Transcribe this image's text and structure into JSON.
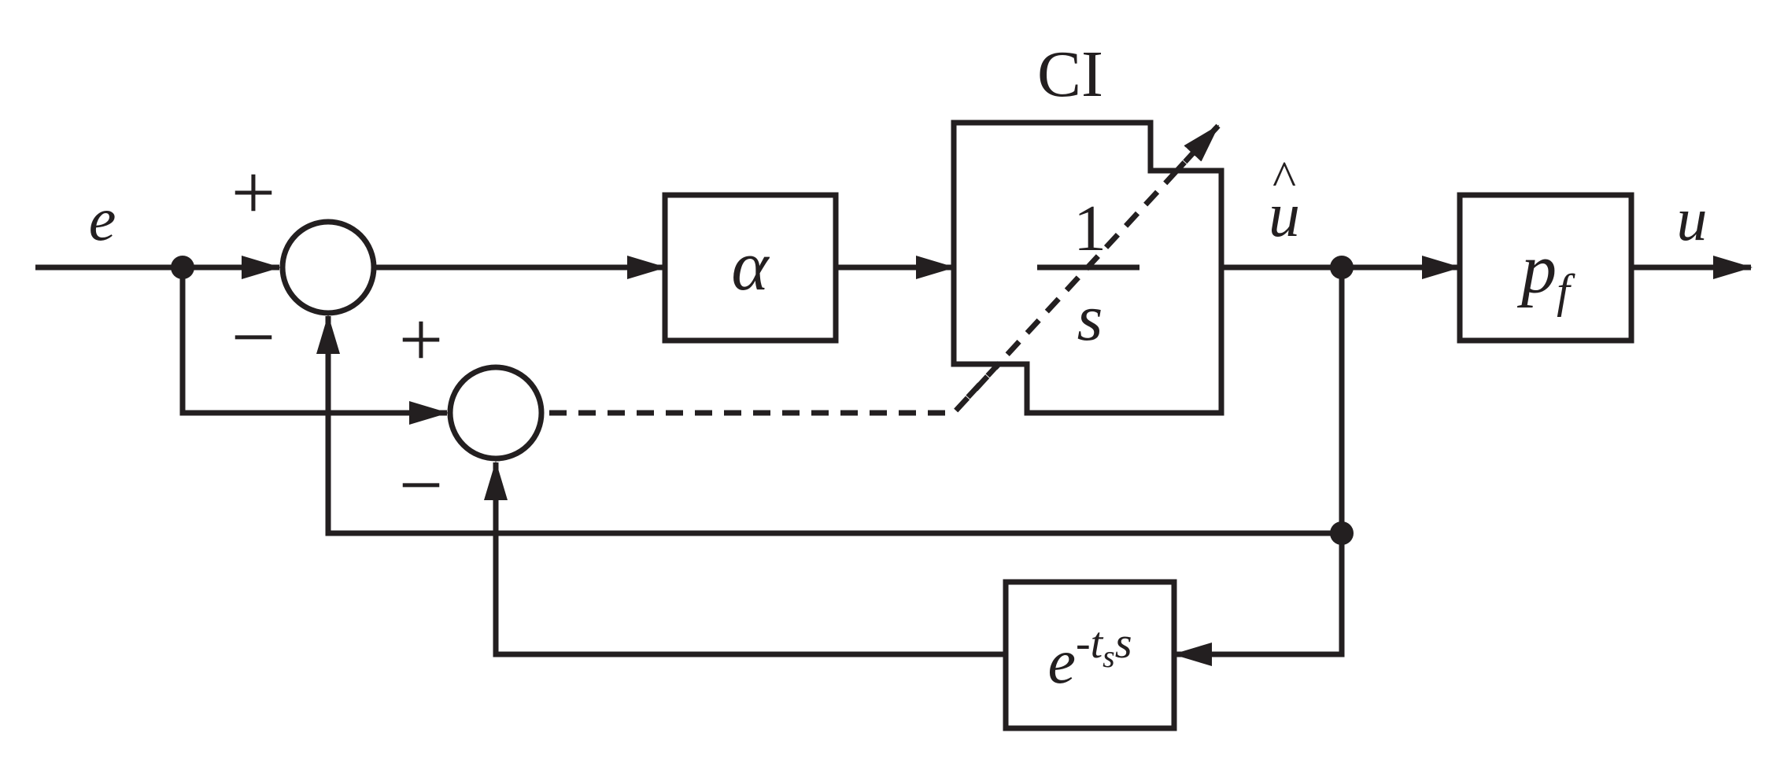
{
  "diagram": {
    "input_signal": "e",
    "output_signal": "u",
    "estimate_signal": "û",
    "estimate_letter": "u",
    "estimate_accent": "^",
    "integrator_group_label": "CI",
    "gain_block": "α",
    "integrator_numerator": "1",
    "integrator_denominator": "s",
    "plant_block": {
      "base": "p",
      "subscript": "f"
    },
    "delay_block": {
      "base": "e",
      "exponent_sign": "-",
      "exponent_var": "t",
      "exponent_sub": "s",
      "trailing": "s"
    },
    "summer_top_signs": {
      "plus": "+",
      "minus": "−"
    },
    "summer_bottom_signs": {
      "plus": "+",
      "minus": "−"
    }
  },
  "colors": {
    "stroke": "#231f20",
    "background": "#ffffff"
  }
}
